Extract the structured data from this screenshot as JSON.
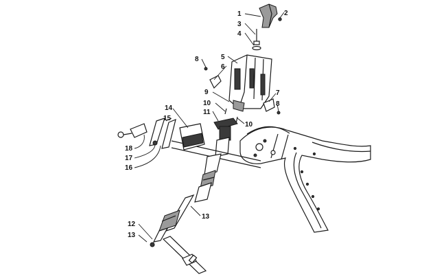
{
  "callouts": [
    {
      "id": "c1",
      "text": "1"
    },
    {
      "id": "c2",
      "text": "2"
    },
    {
      "id": "c3",
      "text": "3"
    },
    {
      "id": "c4",
      "text": "4"
    },
    {
      "id": "c5",
      "text": "5"
    },
    {
      "id": "c6",
      "text": "6"
    },
    {
      "id": "c7",
      "text": "7"
    },
    {
      "id": "c8a",
      "text": "8"
    },
    {
      "id": "c8b",
      "text": "8"
    },
    {
      "id": "c9",
      "text": "9"
    },
    {
      "id": "c10a",
      "text": "10"
    },
    {
      "id": "c10b",
      "text": "10"
    },
    {
      "id": "c11",
      "text": "11"
    },
    {
      "id": "c12",
      "text": "12"
    },
    {
      "id": "c13a",
      "text": "13"
    },
    {
      "id": "c13b",
      "text": "13"
    },
    {
      "id": "c14",
      "text": "14"
    },
    {
      "id": "c15",
      "text": "15"
    },
    {
      "id": "c16",
      "text": "16"
    },
    {
      "id": "c17",
      "text": "17"
    },
    {
      "id": "c18",
      "text": "18"
    }
  ]
}
